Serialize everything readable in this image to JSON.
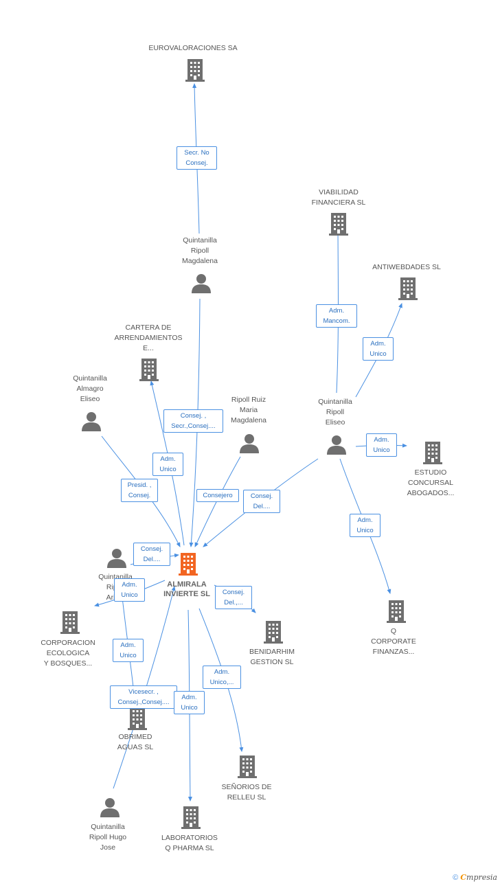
{
  "nodes": [
    {
      "id": "eurovaloraciones",
      "kind": "company",
      "label": "EUROVALORACIONES SA"
    },
    {
      "id": "viabilidad",
      "kind": "company",
      "label": "VIABILIDAD\nFINANCIERA SL"
    },
    {
      "id": "antiwebdades",
      "kind": "company",
      "label": "ANTIWEBDADES SL"
    },
    {
      "id": "cartera",
      "kind": "company",
      "label": "CARTERA DE\nARRENDAMIENTOS\nE..."
    },
    {
      "id": "estudio",
      "kind": "company",
      "label": "ESTUDIO\nCONCURSAL\nABOGADOS..."
    },
    {
      "id": "q_corporate",
      "kind": "company",
      "label": "Q\nCORPORATE\nFINANZAS..."
    },
    {
      "id": "corporacion",
      "kind": "company",
      "label": "CORPORACION\nECOLOGICA\nY BOSQUES..."
    },
    {
      "id": "benidarhim",
      "kind": "company",
      "label": "BENIDARHIM\nGESTION SL"
    },
    {
      "id": "obrimed",
      "kind": "company",
      "label": "OBRIMED\nAGUAS SL"
    },
    {
      "id": "senorios",
      "kind": "company",
      "label": "SEÑORIOS DE\nRELLEU SL"
    },
    {
      "id": "laboratorios",
      "kind": "company",
      "label": "LABORATORIOS\nQ PHARMA SL"
    },
    {
      "id": "almirala",
      "kind": "center",
      "label": "ALMIRALA\nINVIERTE SL"
    },
    {
      "id": "q_magdalena",
      "kind": "person",
      "label": "Quintanilla\nRipoll\nMagdalena"
    },
    {
      "id": "q_almagro",
      "kind": "person",
      "label": "Quintanilla\nAlmagro\nEliseo"
    },
    {
      "id": "ripoll_ruiz",
      "kind": "person",
      "label": "Ripoll Ruiz\nMaria\nMagdalena"
    },
    {
      "id": "q_eliseo",
      "kind": "person",
      "label": "Quintanilla\nRipoll\nEliseo"
    },
    {
      "id": "q_aris",
      "kind": "person",
      "label": "Quintanilla\nRipoll\nAris..."
    },
    {
      "id": "q_hugo",
      "kind": "person",
      "label": "Quintanilla\nRipoll Hugo\nJose"
    }
  ],
  "edges": [
    {
      "id": "e1",
      "label": "Secr.  No\nConsej."
    },
    {
      "id": "e2",
      "label": "Adm.\nMancom."
    },
    {
      "id": "e3",
      "label": "Adm.\nUnico"
    },
    {
      "id": "e4",
      "label": "Adm.\nUnico"
    },
    {
      "id": "e5",
      "label": "Adm.\nUnico"
    },
    {
      "id": "e6",
      "label": "Consej. ,\nSecr.,Consej...."
    },
    {
      "id": "e7",
      "label": "Adm.\nUnico"
    },
    {
      "id": "e8",
      "label": "Presid. ,\nConsej."
    },
    {
      "id": "e9",
      "label": "Consejero"
    },
    {
      "id": "e10",
      "label": "Consej.\nDel...."
    },
    {
      "id": "e11",
      "label": "Consej.\nDel...."
    },
    {
      "id": "e12",
      "label": "Adm.\nUnico"
    },
    {
      "id": "e13",
      "label": "Consej.\nDel.,..."
    },
    {
      "id": "e14",
      "label": "Adm.\nUnico"
    },
    {
      "id": "e15",
      "label": "Vicesecr. ,\nConsej.,Consej...."
    },
    {
      "id": "e16",
      "label": "Adm.\nUnico"
    },
    {
      "id": "e17",
      "label": "Adm.\nUnico,..."
    }
  ],
  "footer": {
    "copyright": "©",
    "brand_first": "C",
    "brand_rest": "mpresia"
  },
  "colors": {
    "edge": "#4a90e2",
    "company": "#6f6f6f",
    "center": "#f26522",
    "person": "#6f6f6f"
  }
}
